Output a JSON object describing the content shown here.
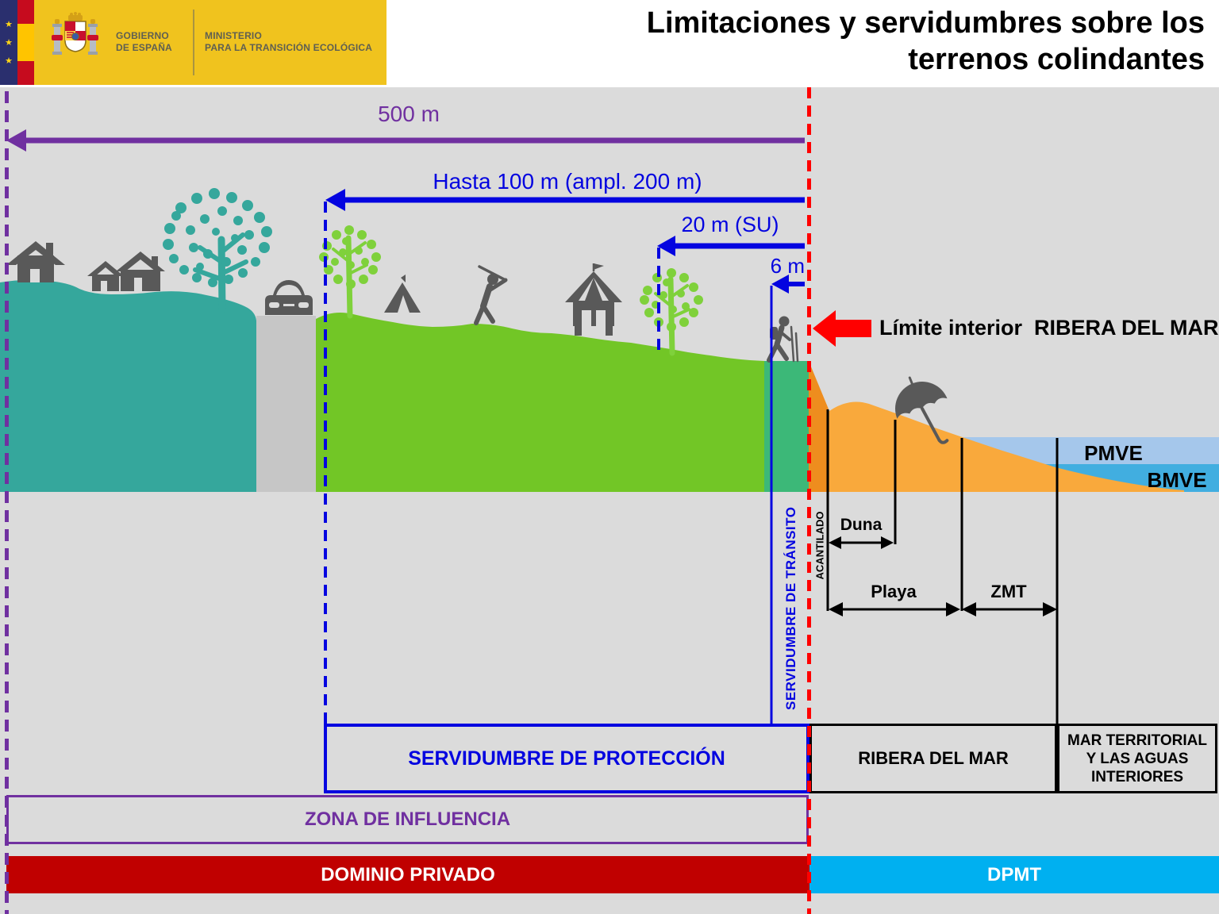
{
  "header": {
    "government_line1": "GOBIERNO",
    "government_line2": "DE ESPAÑA",
    "ministry_line1": "MINISTERIO",
    "ministry_line2": "PARA LA TRANSICIÓN ECOLÓGICA",
    "title_line1": "Limitaciones y servidumbres sobre los",
    "title_line2": "terrenos colindantes"
  },
  "measurements": {
    "m500": "500 m",
    "m100": "Hasta 100 m (ampl. 200 m)",
    "m20": "20 m (SU)",
    "m6": "6 m"
  },
  "annotations": {
    "limite_interior": "Límite interior  RIBERA DEL MAR",
    "pmve": "PMVE",
    "bmve": "BMVE",
    "duna": "Duna",
    "playa": "Playa",
    "zmt": "ZMT",
    "acantilado": "ACANTILADO",
    "servidumbre_transito": "SERVIDUMBRE DE TRÁNSITO"
  },
  "zones": {
    "proteccion": "SERVIDUMBRE DE PROTECCIÓN",
    "ribera_del_mar": "RIBERA DEL MAR",
    "mar_territorial_line1": "MAR TERRITORIAL",
    "mar_territorial_line2": "Y LAS AGUAS",
    "mar_territorial_line3": "INTERIORES",
    "zona_influencia": "ZONA DE INFLUENCIA",
    "dominio_privado": "DOMINIO PRIVADO",
    "dpmt": "DPMT"
  },
  "colors": {
    "bg_gray": "#DBDBDB",
    "road_gray": "#C6C6C6",
    "terrain_teal": "#35A79C",
    "terrain_green": "#72C626",
    "tree_green": "#7FD13B",
    "strip_green": "#3CB878",
    "sand_dark": "#EE8D1E",
    "sand_light": "#F9A93C",
    "water_pmve": "#A5C7EB",
    "water_bmve": "#41AEE0",
    "accent_blue": "#0404E0",
    "accent_purple": "#7030A0",
    "accent_red": "#FF0000",
    "band_red": "#C00000",
    "band_cyan": "#00B0F0",
    "icon_gray": "#595959",
    "logo_yellow": "#F0C31E",
    "logo_navy": "#2A2F6E",
    "flag_red": "#C60B1E",
    "flag_yellow": "#FFC400"
  }
}
